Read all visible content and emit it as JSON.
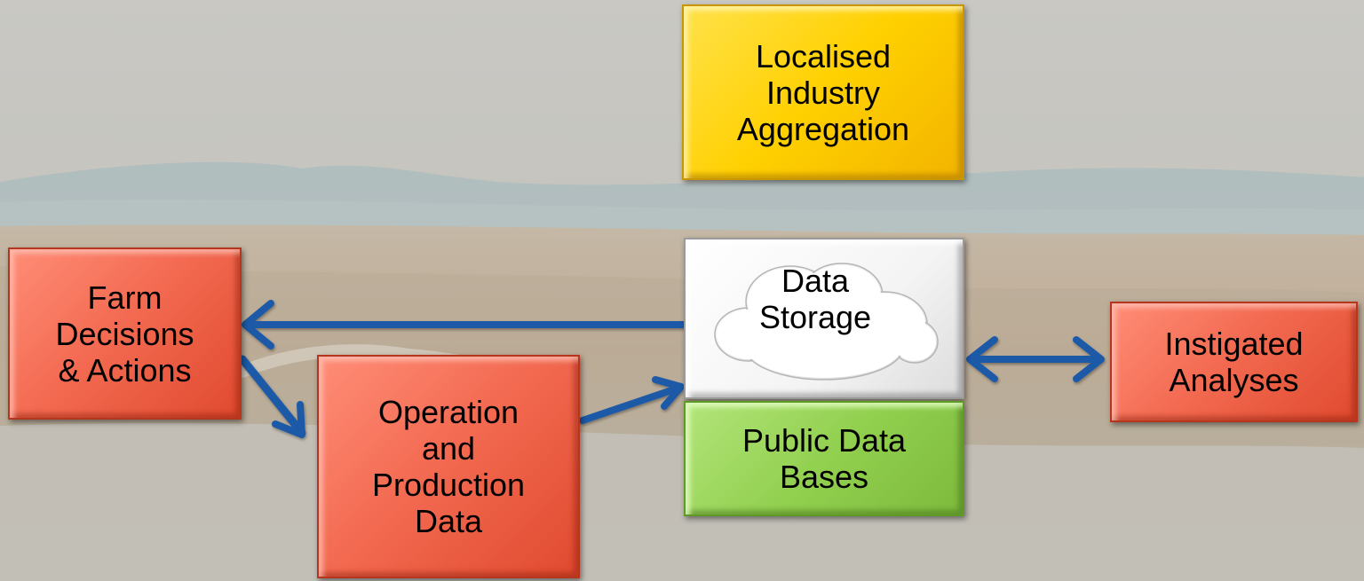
{
  "colors": {
    "red_box": "#f36b52",
    "yellow_box": "#ffd000",
    "green_box": "#92d050",
    "white_box": "#ffffff",
    "arrow": "#1f5aa8"
  },
  "nodes": {
    "localised": {
      "line1": "Localised",
      "line2": "Industry",
      "line3": "Aggregation"
    },
    "data_storage": {
      "line1": "Data",
      "line2": "Storage"
    },
    "public_data": {
      "line1": "Public Data",
      "line2": "Bases"
    },
    "farm": {
      "line1": "Farm",
      "line2": "Decisions",
      "line3": "& Actions"
    },
    "operation": {
      "line1": "Operation",
      "line2": "and",
      "line3": "Production",
      "line4": "Data"
    },
    "instigated": {
      "line1": "Instigated",
      "line2": "Analyses"
    }
  }
}
